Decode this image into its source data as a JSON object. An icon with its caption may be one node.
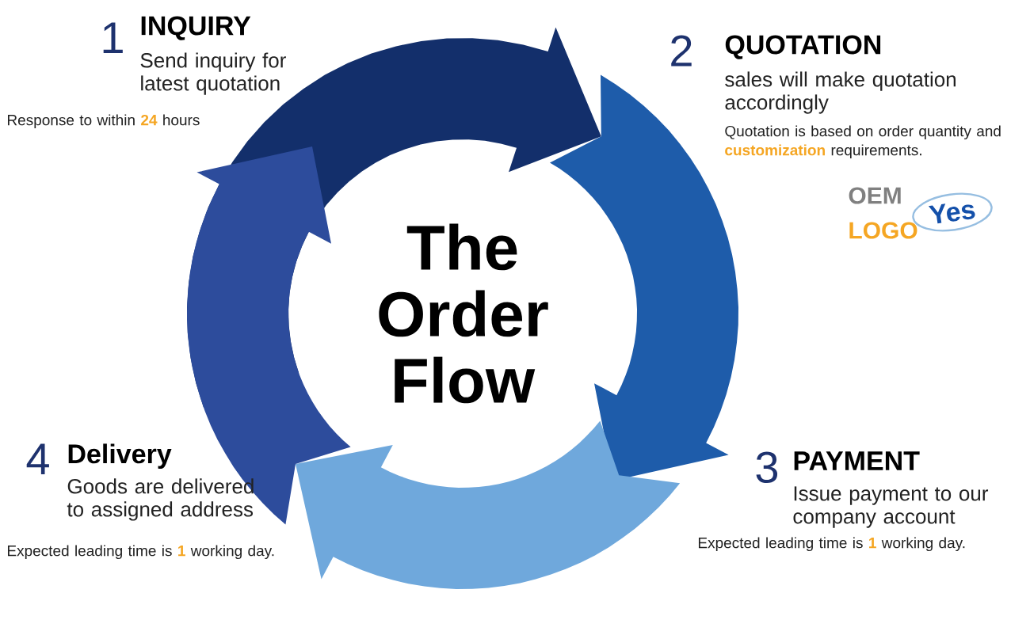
{
  "diagram": {
    "title": "The Order Flow",
    "nodes": [
      {
        "text": [
          "Yes"
        ]
      }
    ],
    "labels": [
      "1",
      "INQUIRY",
      "Send inquiry for latest quotation",
      "Response to within **24** hours",
      "2",
      "QUOTATION",
      "sales will make quotation accordingly",
      "Quotation is based on order quantity and **customization** requirements.",
      "OEM",
      "LOGO",
      "4",
      "Delivery",
      "Goods are delivered to assigned address",
      "Expected leading time is **1** working day.",
      "3",
      "PAYMENT",
      "Issue payment to our company account",
      "Expected leading time is **1** working day."
    ]
  }
}
